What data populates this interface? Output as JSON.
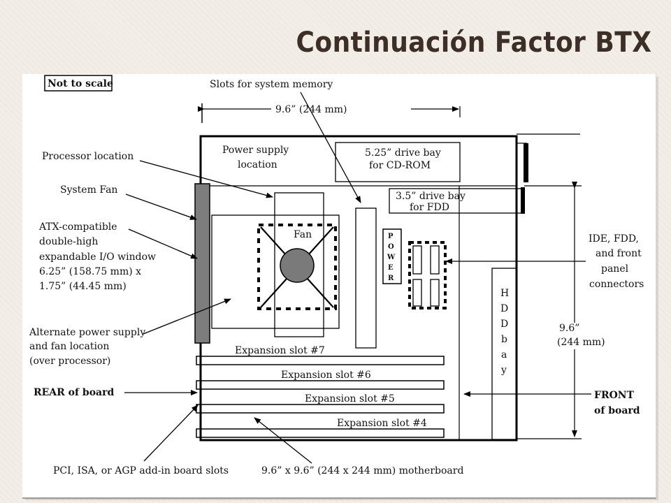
{
  "slide": {
    "title": "Continuación Factor BTX"
  },
  "diagram": {
    "not_to_scale": "Not to scale",
    "slots_memory": "Slots for system memory",
    "top_dimension": "9.6” (244 mm)",
    "power_supply": [
      "Power supply",
      "location"
    ],
    "cd_bay": [
      "5.25” drive bay",
      "for CD-ROM"
    ],
    "fdd_bay": [
      "3.5”  drive   bay",
      "for FDD"
    ],
    "processor_location": "Processor location",
    "system_fan": "System Fan",
    "atx_window": [
      "ATX-compatible",
      "double-high",
      "expandable I/O window",
      "6.25” (158.75 mm) x",
      "1.75” (44.45 mm)"
    ],
    "fan": "Fan",
    "power_letters": [
      "P",
      "O",
      "W",
      "E",
      "R"
    ],
    "alt_power": [
      "Alternate  power supply",
      "and fan  location",
      "(over processor)"
    ],
    "slots": [
      "Expansion slot #7",
      "Expansion slot #6",
      "Expansion slot #5",
      "Expansion slot #4"
    ],
    "rear": "REAR of board",
    "pci": "PCI, ISA, or AGP add-in board slots",
    "board_size": "9.6” x 9.6” (244 x 244 mm) motherboard",
    "ide": [
      "IDE, FDD,",
      "and front",
      "panel",
      "connectors"
    ],
    "right_dimension": [
      "9.6”",
      "(244 mm)"
    ],
    "hdd_letters": [
      "H",
      "D",
      "D",
      "b",
      "a",
      "y"
    ],
    "front": [
      "FRONT",
      "of board"
    ]
  }
}
